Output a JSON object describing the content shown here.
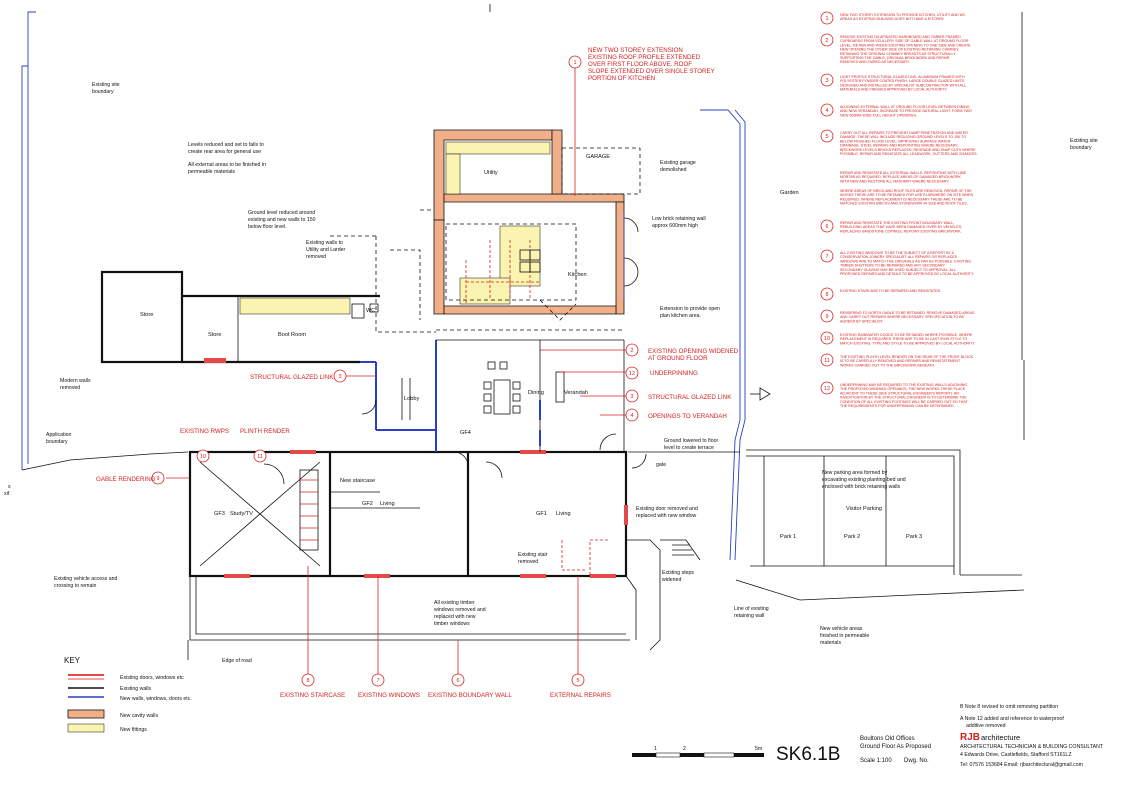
{
  "drawing": {
    "number": "SK6.1B",
    "project": "Boultons Old Offices",
    "sheet_title": "Ground Floor As Proposed",
    "scale_label": "Scale 1:100",
    "dwg_label": "Dwg. No.",
    "scale_ticks": [
      "1",
      "2",
      "5m"
    ]
  },
  "firm": {
    "name": "RJB",
    "suffix": "architecture",
    "tagline": "ARCHITECTURAL TECHNICIAN & BUILDING CONSULTANT",
    "address": "4 Edwards Drive, Castlefields, Stafford ST161LZ",
    "contact": "Tel: 07576 153684   Email: rjbarchitectural@gmail.com"
  },
  "revisions": [
    "B Note 8 revised to omit removing partition",
    "A Note 12 added and reference to waterproof",
    "additive removed"
  ],
  "key": {
    "title": "KEY",
    "items": [
      "Existing doors, windows etc",
      "Existing walls",
      "New walls, windows, doors etc.",
      "New cavity walls",
      "New fittings"
    ],
    "colors": {
      "existing": "#e34b4b",
      "new": "#2a3fc4",
      "cavity": "#f2b08a",
      "fittings": "#fbf3b0",
      "annotation": "#d42020"
    }
  },
  "rooms": {
    "garage": "GARAGE",
    "utility": "Utility",
    "kitchen": "Kitchen",
    "store1": "Store",
    "store2": "Store",
    "boot_room": "Boot Room",
    "wc": "WC",
    "lobby": "Lobby",
    "dining": "Dining",
    "verandah": "Verandah",
    "gf4": "GF4",
    "gf3": "GF3",
    "study": "Study/TV",
    "new_staircase": "New staircase",
    "gf2": "GF2",
    "living2": "Living",
    "gf1": "GF1",
    "living1": "Living",
    "garden": "Garden",
    "visitor_parking": "Visitor Parking",
    "park1": "Park 1",
    "park2": "Park 2",
    "park3": "Park 3"
  },
  "labels": {
    "existing_site_boundary_left": [
      "Existing site",
      "boundary"
    ],
    "existing_site_boundary_right": [
      "Existing site",
      "boundary"
    ],
    "levels_reduced": [
      "Levels reduced and set to falls to",
      "create rear area for general use"
    ],
    "external_areas": [
      "All external areas to be finished in",
      "permeable materials"
    ],
    "ground_level_reduced": [
      "Ground level reduced around",
      "existing and new walls to 150",
      "below floor level."
    ],
    "walls_removed": [
      "Existing walls to",
      "Utility and Larder",
      "removed"
    ],
    "garage_demolished": [
      "Existing garage",
      "demolished"
    ],
    "retaining_wall": [
      "Low brick retaining wall",
      "approx 600mm high"
    ],
    "extension_open_plan": [
      "Extension to provide open",
      "plan kitchen area."
    ],
    "modern_walls": [
      "Modern walls",
      "removed"
    ],
    "application_boundary": [
      "Application",
      "boundary"
    ],
    "ground_lowered": [
      "Ground lowered to floor",
      "level to create terrace"
    ],
    "gate": "gate",
    "parking_area": [
      "New parking area formed by",
      "excavating existing planting bed and",
      "enclosed with brick retaining walls"
    ],
    "door_removed": [
      "Existing door removed and",
      "replaced with new window"
    ],
    "stair_removed": [
      "Existing stair",
      "removed"
    ],
    "steps_widened": [
      "Existing steps",
      "widened"
    ],
    "timber_windows": [
      "All existing timber",
      "windows removed and",
      "replaced with new",
      "timber windows"
    ],
    "line_retaining": [
      "Line of existing",
      "retaining wall"
    ],
    "vehicle_access": [
      "Existing vehicle access and",
      "crossing to remain"
    ],
    "vehicle_areas": [
      "New vehicle areas",
      "finished in permeable",
      "materials"
    ],
    "edge_of_road": "Edge of road",
    "sxif": "S\nxif"
  },
  "callouts": [
    {
      "num": "1",
      "lines": [
        "NEW TWO STOREY EXTENSION",
        "EXISTING ROOF PROFILE EXTENDED",
        "OVER FIRST FLOOR ABOVE. ROOF",
        "SLOPE EXTENDED OVER SINGLE STOREY",
        "PORTION OF KITCHEN"
      ]
    },
    {
      "num": "2",
      "lines": [
        "EXISTING OPENING WIDENED",
        "AT GROUND FLOOR"
      ]
    },
    {
      "num": "3",
      "lines": [
        "STRUCTURAL GLAZED LINK"
      ]
    },
    {
      "num": "12",
      "lines": [
        "UNDERPINNING"
      ]
    },
    {
      "num": "3",
      "lines": [
        "STRUCTURAL GLAZED LINK"
      ]
    },
    {
      "num": "4",
      "lines": [
        "OPENINGS TO VERANDAH"
      ]
    },
    {
      "num": "10",
      "lines": [
        "EXISTING RWPS"
      ]
    },
    {
      "num": "11",
      "lines": [
        "PLINTH RENDER"
      ]
    },
    {
      "num": "9",
      "lines": [
        "GABLE RENDERING"
      ]
    },
    {
      "num": "8",
      "lines": [
        "EXISTING STAIRCASE"
      ]
    },
    {
      "num": "7",
      "lines": [
        "EXISTING WINDOWS"
      ]
    },
    {
      "num": "6",
      "lines": [
        "EXISTING BOUNDARY WALL"
      ]
    },
    {
      "num": "5",
      "lines": [
        "EXTERNAL REPAIRS"
      ]
    }
  ],
  "notes": [
    {
      "num": "1",
      "lines": [
        "NEW TWO STOREY EXTENSION TO PROVIDE KITCHEN, UTILITY AND WC",
        "AREAS AS EXISTING BUILDING DOES NOT HAVE A KITCHEN"
      ]
    },
    {
      "num": "2",
      "lines": [
        "REMOVE EXISTING DILAPIDATED HARDBOARD AND TIMBER FRAMED",
        "CUPBOARDS FROM SCULLERY SIDE OF GABLE WALL AT GROUND FLOOR",
        "LEVEL. RETAIN AND WIDEN EXISTING OPENING TO ONE SIDE AND CREATE",
        "NEW OPENING THE OTHER SIDE OF EXISTING RETAINING CHIMNEY.",
        "RETAINING THE ORIGINAL CHIMNEY BREASTS AS STRUCTURALLY",
        "SUPPORTING THE GABLE, ORIGINAL BRICKWORK AND REPAIR",
        "REMOVED AND FAIRED AS NECESSARY."
      ]
    },
    {
      "num": "3",
      "lines": [
        "LIGHT PROFILE STRUCTURAL GLAZED LINK, ALUMINIUM FRAMED WITH",
        "POLYESTER POWDER COATED FINISH, LARGE DOUBLE GLAZED UNITS",
        "DESIGNED AND INSTALLED BY SPECIALIST SUBCONTRACTOR WITH ALL",
        "MATERIALS AND FINISHES APPROVED BY LOCAL AUTHORITY."
      ]
    },
    {
      "num": "4",
      "lines": [
        "ADJOINING EXTERNAL WALL AT GROUND FLOOR LEVEL BETWEEN DINING",
        "AND NEW VERANDAH, INCREASE TO PROVIDE NATURAL LIGHT. FORM TWO",
        "NEW 900MM WIDE FULL HEIGHT OPENINGS."
      ]
    },
    {
      "num": "5",
      "lines": [
        "CARRY OUT ALL REPAIRS TO PREVENT DAMP PENETRATION AND WATER",
        "DAMAGE. THESE WILL INCLUDE REDUCING GROUND LEVELS TO 150 TO",
        "BELOW FINISHED FLOOR LEVEL, IMPROVING SURFACE WATER",
        "DRAINAGE, STEEL REPAIRS AND REPOINTING WHERE NECESSARY,",
        "BRICKWORK LEVELS BRICKS REPLACED, REGRADE AND SNAP CUTS WHERE",
        "POSSIBLE. REPAIR AND REINSTATE ALL LEADWORK, GUTTERS AND SOAKERS."
      ]
    },
    {
      "num": "",
      "lines": [
        "REPAIR AND REINSTATE ALL EXTERNAL WALLS, REPOINTING WITH LIME",
        "MORTAR AS REQUIRED. REPLACE AREAS OF DAMAGED BRICKWORK",
        "WITH NEW AND RESTORE ALL MASONRY WHERE NECESSARY."
      ]
    },
    {
      "num": "",
      "lines": [
        "WHERE AREAS OF BRICK AND ROOF TILES ARE REMOVED, REPAIR OF THE",
        "WORKS THESE ARE TO BE RETAINED FOR USE ELSEWHERE ON SITE WHEN",
        "REQUIRED. WHERE REPLACEMENT IS NECESSARY THESE ARE TO BE",
        "MATCHED EXISTING BRICKS AND STONEWORK IN SIZE AND ROOF TILES."
      ]
    },
    {
      "num": "6",
      "lines": [
        "REPAIR AND REINSTATE THE EXISTING FRONT BOUNDARY WALL,",
        "REBUILDING AREAS THAT HAVE BEEN DAMAGED OVER BY VEHICLES,",
        "REPLACING SANDSTONE COPINGS, REPOINT EXISTING BRICKWORK."
      ]
    },
    {
      "num": "7",
      "lines": [
        "ALL EXISTING WINDOWS TO BE THE SUBJECT OF A REPORT BY A",
        "CONSERVATION JOINERY SPECIALIST. ALL REPAIRS OR REPLACED",
        "WINDOWS ARE TO MATCH THE ORIGINALS AS FAR AS POSSIBLE. EXISTING",
        "TIMBER SHUTTERS TO BE REPAIRED AND ANY SECONDARY",
        "SECONDARY GLAZING MAY BE USED SUBJECT TO APPROVAL. ALL",
        "PROPOSED REPAIRS AND DETAILS TO BE APPROVED BY LOCAL AUTHORITY."
      ]
    },
    {
      "num": "8",
      "lines": [
        "EXISTING STAIRCASE TO BE REPAIRED AND REINSTATED"
      ]
    },
    {
      "num": "9",
      "lines": [
        "RENDERING TO NORTH GABLE TO BE RETAINED, REMOVE DAMAGED AREAS",
        "AND CARRY OUT REPAIRS WHERE NECESSARY. SPECIFICATION TO BE",
        "AGREED BY SPECIALIST."
      ]
    },
    {
      "num": "10",
      "lines": [
        "EXISTING RAINWATER GOODS TO BE RETAINED WHERE POSSIBLE. WHERE",
        "REPLACEMENT IS REQUIRED THESE ARE TO BE IN CAST IRON STYLE TO",
        "MATCH EXISTING, TYPE AND STYLE TO BE APPROVED BY LOCAL AUTHORITY."
      ]
    },
    {
      "num": "11",
      "lines": [
        "THE EXISTING PLINTH LEVEL RENDER ON THE REAR OF THE FRONT BLOCK",
        "IS TO BE CAREFULLY REMOVED AND REPAIRS AND REINSTATEMENT",
        "WORKS CARRIED OUT TO THE BRICKWORK BENEATH."
      ]
    },
    {
      "num": "12",
      "lines": [
        "UNDERPINNING MAY BE REQUIRED TO THE EXISTING WALLS ADJOINING",
        "THE PROPOSED WIDENED OPENINGS. THE NEW WORKS THESE PLACE",
        "ADJACENT TO THESE (SEE STRUCTURAL ENGINEER'S REPORT). AN",
        "INVESTIGATION BY THE STRUCTURAL ENGINEER IS TO DETERMINE THE",
        "CONDITION OF ALL EXISTING FOOTINGS WILL BE CARRIED OUT SO THAT",
        "THE REQUIREMENTS FOR UNDERPINNING CAN BE DETERMINED."
      ]
    }
  ]
}
